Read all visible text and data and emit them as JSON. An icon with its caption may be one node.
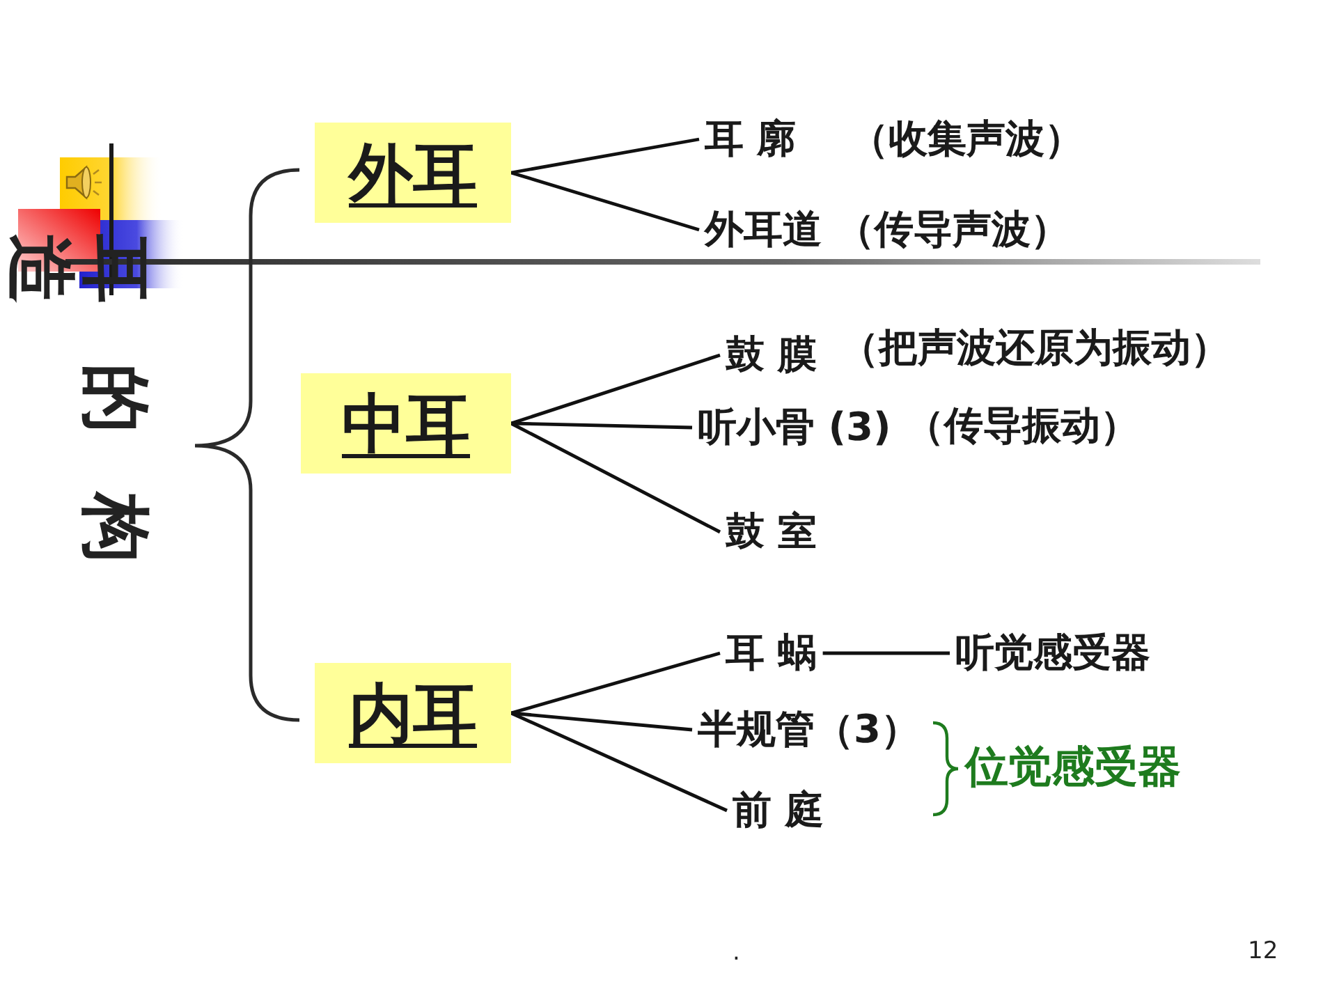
{
  "diagram": {
    "title": "耳的构造",
    "nodes": [
      {
        "text": [
          "外耳"
        ]
      },
      {
        "text": [
          "耳 廓"
        ],
        "beside": [
          "（收集声波）"
        ]
      },
      {
        "text": [
          "外耳道"
        ],
        "beside": [
          "（传导声波）"
        ]
      },
      {
        "text": [
          "中耳"
        ]
      },
      {
        "text": [
          "鼓 膜"
        ],
        "beside": [
          "（把声波还原为振动）"
        ]
      },
      {
        "text": [
          "听小骨 (3)"
        ],
        "beside": [
          "（传导振动）"
        ]
      },
      {
        "text": [
          "鼓 室"
        ]
      },
      {
        "text": [
          "内耳"
        ]
      },
      {
        "text": [
          "耳 蜗"
        ]
      },
      {
        "text": [
          "听觉感受器"
        ]
      },
      {
        "text": [
          "半规管（3）"
        ]
      },
      {
        "text": [
          "前 庭"
        ]
      }
    ],
    "edges": [
      {
        "from": 0,
        "to": 1,
        "arrow": "none"
      },
      {
        "from": 0,
        "to": 2,
        "arrow": "none"
      },
      {
        "from": 3,
        "to": 4,
        "arrow": "none"
      },
      {
        "from": 3,
        "to": 5,
        "arrow": "none"
      },
      {
        "from": 3,
        "to": 6,
        "arrow": "none"
      },
      {
        "from": 7,
        "to": 8,
        "arrow": "none"
      },
      {
        "from": 7,
        "to": 10,
        "arrow": "none"
      },
      {
        "from": 7,
        "to": 11,
        "arrow": "none"
      },
      {
        "from": 8,
        "to": 9,
        "arrow": "none"
      }
    ],
    "labels": [
      "位觉感受器",
      ".",
      "12"
    ]
  }
}
